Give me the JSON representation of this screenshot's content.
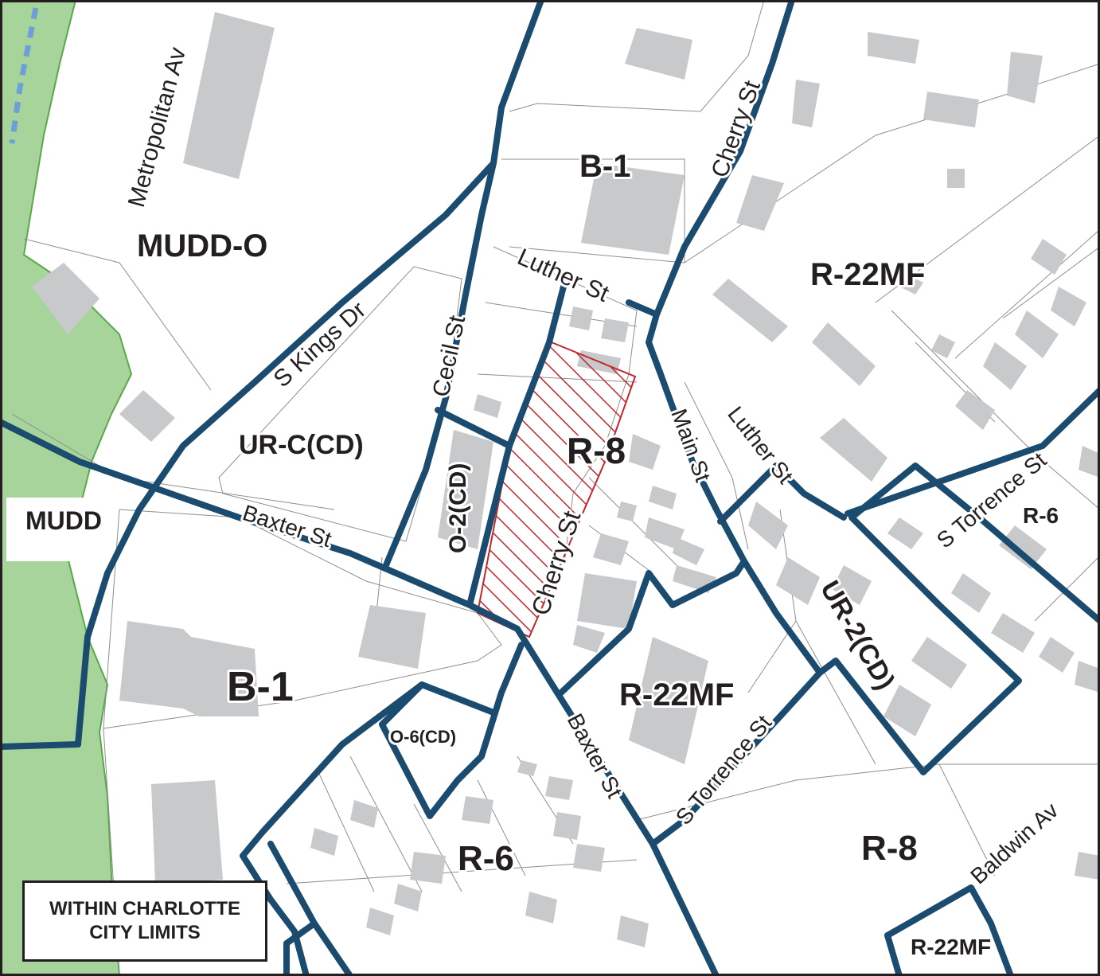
{
  "colors": {
    "zoning_boundary": "#1b4b6e",
    "subject_hatch": "#c1272d",
    "greenway": "#a6d49a",
    "greenway_edge": "#5aa84a",
    "building": "#c8c9ca",
    "parcel_line": "#8c8e90",
    "stream": "#6e9fd6"
  },
  "zones": {
    "mudd_o": "MUDD-O",
    "mudd": "MUDD",
    "b1_north": "B-1",
    "b1_south": "B-1",
    "urc_cd": "UR-C(CD)",
    "o2_cd": "O-2(CD)",
    "r8_subject": "R-8",
    "r22mf_northeast": "R-22MF",
    "r22mf_center": "R-22MF",
    "r22mf_southeast": "R-22MF",
    "o6_cd": "O-6(CD)",
    "r6_south": "R-6",
    "r6_east": "R-6",
    "ur2_cd": "UR-2(CD)",
    "r8_southeast": "R-8"
  },
  "streets": {
    "metropolitan": "Metropolitan Av",
    "kings": "S Kings Dr",
    "cecil": "Cecil St",
    "luther_north": "Luther St",
    "luther_east": "Luther St",
    "cherry_north": "Cherry St",
    "cherry_south": "Cherry St",
    "main": "Main St",
    "baxter_west": "Baxter St",
    "baxter_south": "Baxter St",
    "torrence_east": "S Torrence St",
    "torrence_south": "S Torrence St",
    "baldwin": "Baldwin Av"
  },
  "legend": {
    "line1": "WITHIN CHARLOTTE",
    "line2": "CITY LIMITS"
  }
}
